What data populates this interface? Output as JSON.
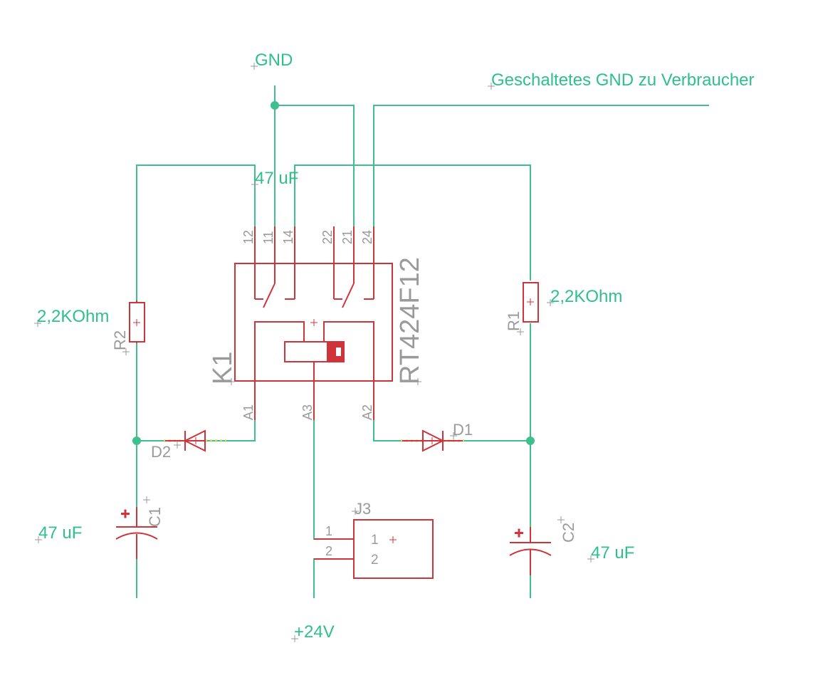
{
  "nets": {
    "gnd": "GND",
    "switched_gnd": "Geschaltetes GND zu Verbraucher",
    "v24": "+24V"
  },
  "components": {
    "relay": {
      "name": "K1",
      "value": "RT424F12",
      "pins": [
        "12",
        "11",
        "14",
        "22",
        "21",
        "24",
        "A1",
        "A3",
        "A2"
      ]
    },
    "r1": {
      "name": "R1",
      "value": "2,2KOhm"
    },
    "r2": {
      "name": "R2",
      "value": "2,2KOhm"
    },
    "d1": {
      "name": "D1"
    },
    "d2": {
      "name": "D2"
    },
    "c1": {
      "name": "C1",
      "value": "47 uF"
    },
    "c2": {
      "name": "C2",
      "value": "47 uF"
    },
    "c_top": {
      "value": "47 uF"
    },
    "j3": {
      "name": "J3",
      "pins_outer": [
        "1",
        "2"
      ],
      "pins_inner": [
        "1",
        "2"
      ]
    }
  },
  "colors": {
    "wire": "#3ebf8f",
    "part": "#d0343b",
    "label": "#2fbf8c",
    "name": "#9a9a9a"
  }
}
